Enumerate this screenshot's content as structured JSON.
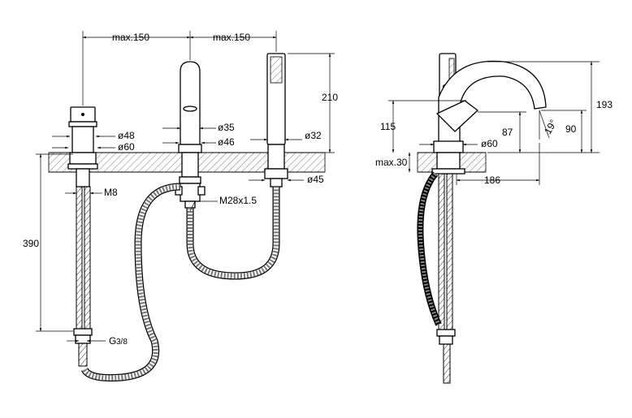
{
  "drawing": {
    "front_view": {
      "offset_left": "max.150",
      "offset_right": "max.150",
      "height_210": "210",
      "dia_48": "ø48",
      "dia_60": "ø60",
      "dia_35": "ø35",
      "dia_46": "ø46",
      "dia_32": "ø32",
      "dia_45": "ø45",
      "thread_m8": "M8",
      "thread_m28": "M28x1.5",
      "length_390": "390",
      "thread_g": "G",
      "thread_g_frac": "3/8"
    },
    "side_view": {
      "height_193": "193",
      "height_115": "115",
      "height_87": "87",
      "height_90": "90",
      "angle_19": "19°",
      "dia_60": "ø60",
      "max_30": "max.30",
      "reach_186": "186"
    }
  }
}
